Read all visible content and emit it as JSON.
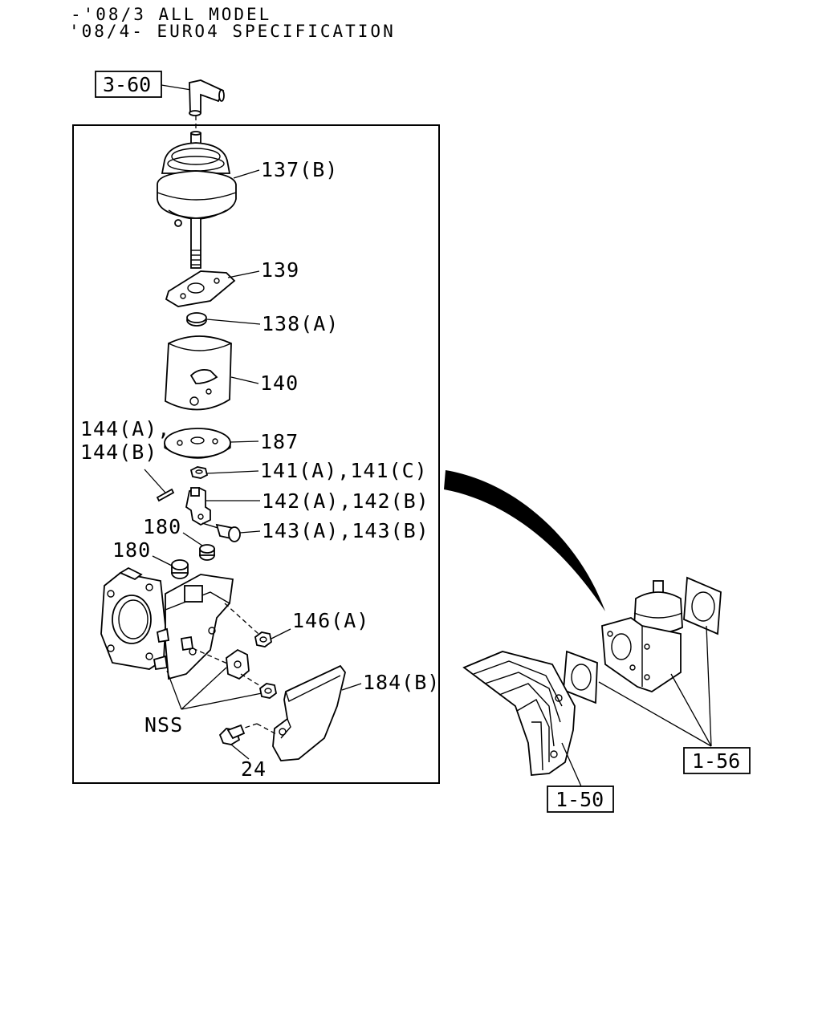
{
  "header": {
    "line1": "-'08/3 ALL MODEL",
    "line2": "'08/4- EURO4 SPECIFICATION"
  },
  "refs": {
    "r360": "3-60",
    "r156": "1-56",
    "r150": "1-50"
  },
  "labels": {
    "p137b": "137(B)",
    "p139": "139",
    "p138a": "138(A)",
    "p140": "140",
    "p144a": "144(A),",
    "p144b": "144(B)",
    "p187": "187",
    "p141": "141(A),141(C)",
    "p142": "142(A),142(B)",
    "p143": "143(A),143(B)",
    "p180a": "180",
    "p180b": "180",
    "p146a": "146(A)",
    "p184b": "184(B)",
    "nss": "NSS",
    "p24": "24"
  }
}
